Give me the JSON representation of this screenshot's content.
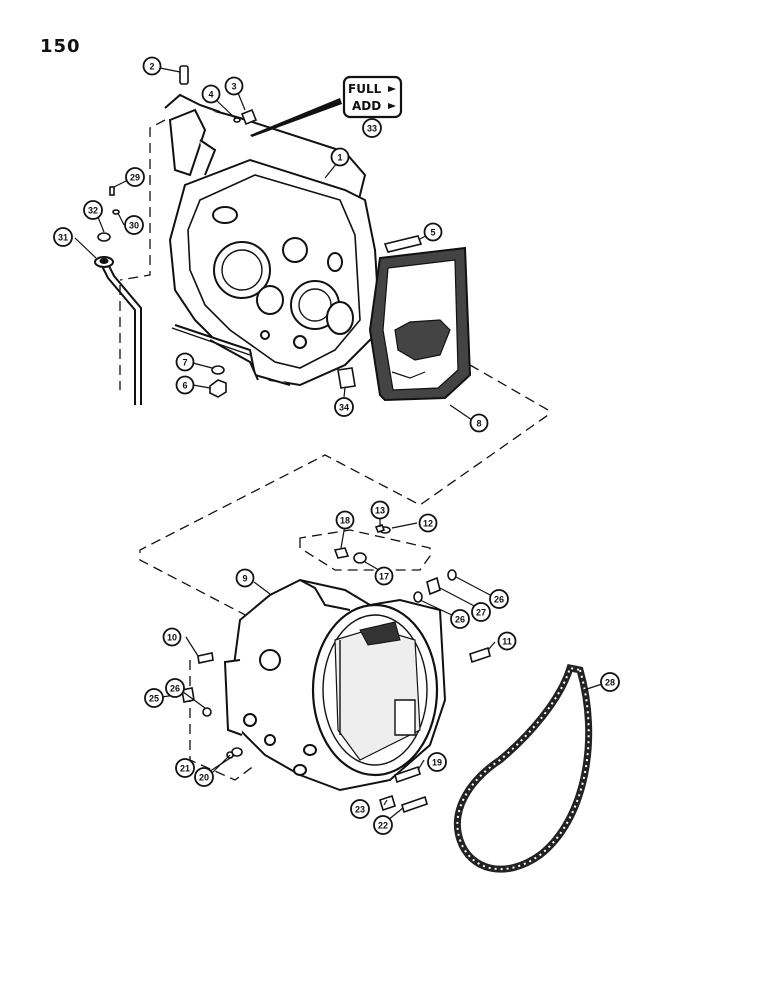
{
  "page": {
    "number": "150"
  },
  "dipstick_label": {
    "full": "FULL",
    "add": "ADD",
    "callout": "33"
  },
  "callouts": [
    "1",
    "2",
    "3",
    "4",
    "5",
    "6",
    "7",
    "8",
    "9",
    "10",
    "11",
    "12",
    "13",
    "17",
    "18",
    "19",
    "20",
    "21",
    "22",
    "23",
    "25",
    "26",
    "26",
    "26",
    "27",
    "28",
    "29",
    "30",
    "31",
    "32",
    "34"
  ],
  "colors": {
    "ink": "#111111",
    "gasket": "#3a3a3a",
    "background": "#ffffff"
  }
}
